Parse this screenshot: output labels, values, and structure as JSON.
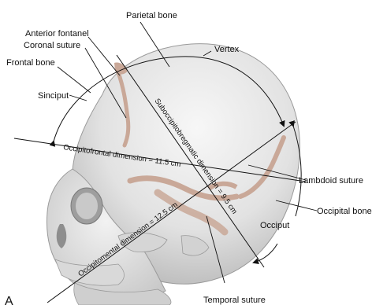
{
  "figure": {
    "labels": {
      "parietal_bone": "Parietal bone",
      "anterior_fontanel": "Anterior fontanel",
      "coronal_suture": "Coronal suture",
      "frontal_bone": "Frontal bone",
      "vertex": "Vertex",
      "sinciput": "Sinciput",
      "lambdoid_suture": "Lambdoid suture",
      "occipital_bone": "Occipital bone",
      "occiput": "Occiput",
      "temporal_suture": "Temporal suture",
      "panel_letter": "A"
    },
    "dimensions": {
      "occipitofrontal": "Occipitofrontal dimension = 11.5 cm",
      "suboccipitobregmatic": "Suboccipitobregmatic dimension = 9.5 cm",
      "occipitomental": "Occipitomental dimension = 12.5 cm"
    },
    "colors": {
      "skull": "#e6e6e6",
      "skull_shade": "#bdbdbd",
      "suture": "#c9a898",
      "text": "#111111"
    }
  }
}
